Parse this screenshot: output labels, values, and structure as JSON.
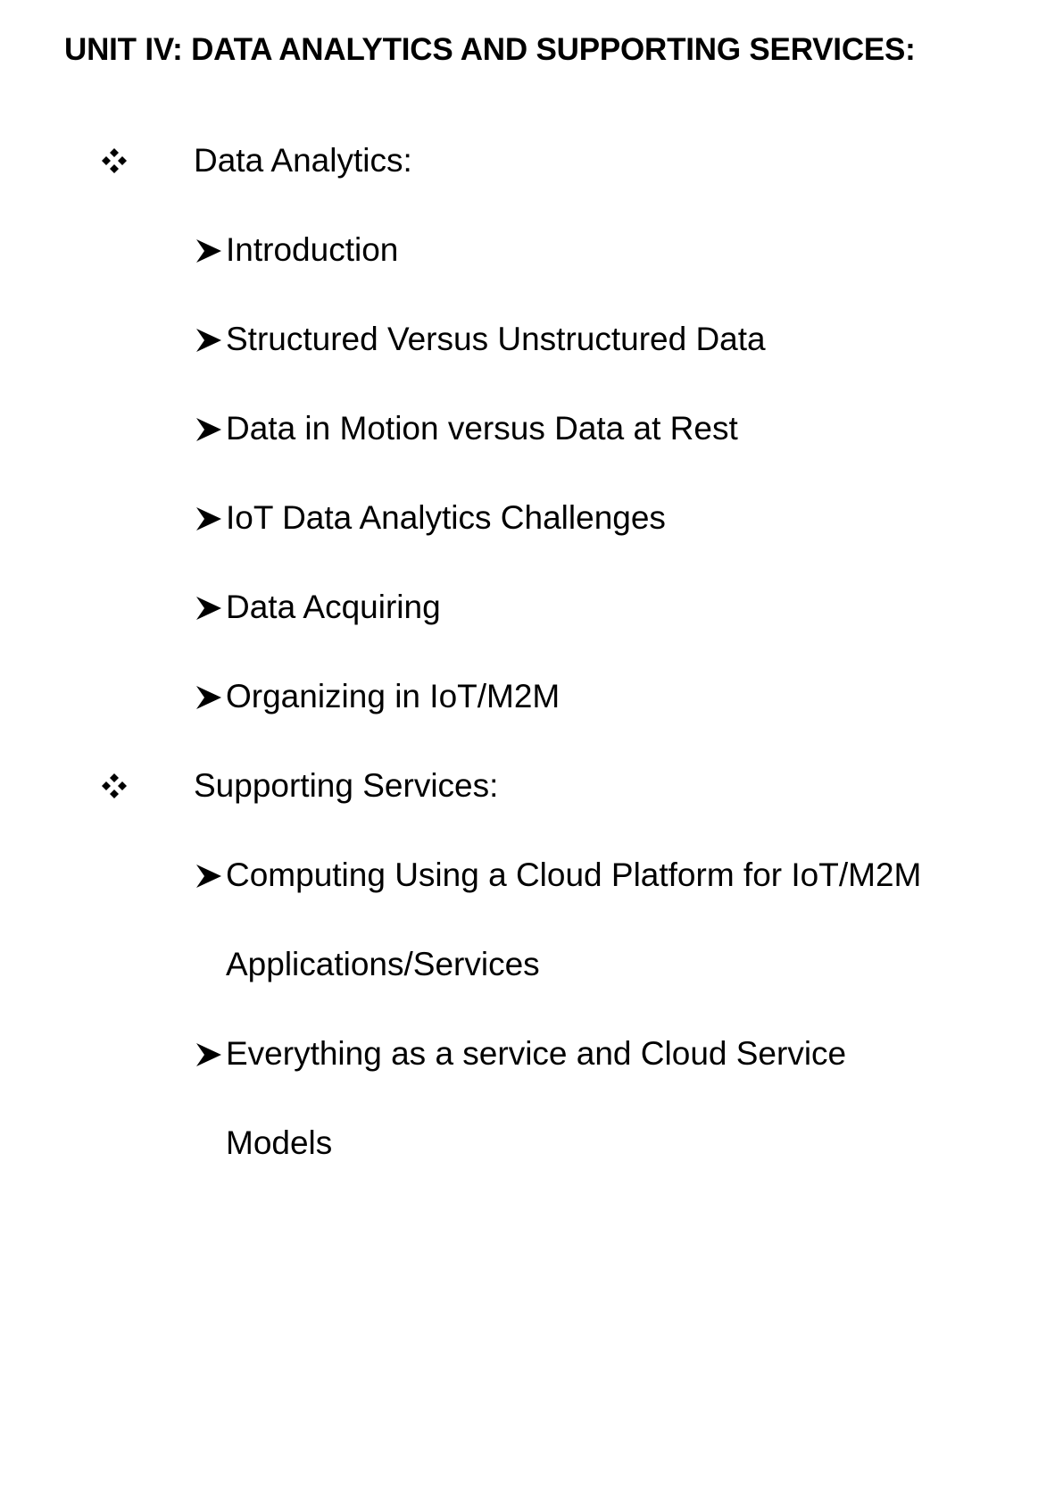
{
  "document": {
    "title": "UNIT IV: DATA ANALYTICS AND SUPPORTING SERVICES:",
    "sections": [
      {
        "label": "Data Analytics:",
        "bullet_icon": "diamond-cluster-icon",
        "items": [
          {
            "label": "Introduction"
          },
          {
            "label": "Structured Versus Unstructured Data"
          },
          {
            "label": "Data in Motion versus Data at Rest"
          },
          {
            "label": "IoT Data Analytics Challenges"
          },
          {
            "label": "Data Acquiring"
          },
          {
            "label": "Organizing in IoT/M2M"
          }
        ]
      },
      {
        "label": "Supporting Services:",
        "bullet_icon": "diamond-cluster-icon",
        "items": [
          {
            "label": "Computing Using a Cloud Platform for IoT/M2M",
            "continuation": "Applications/Services"
          },
          {
            "label": "Everything as a service and Cloud Service",
            "continuation": "Models"
          }
        ]
      }
    ],
    "sub_bullet_icon": "arrowhead-icon",
    "text_color": "#000000",
    "background_color": "#ffffff"
  }
}
